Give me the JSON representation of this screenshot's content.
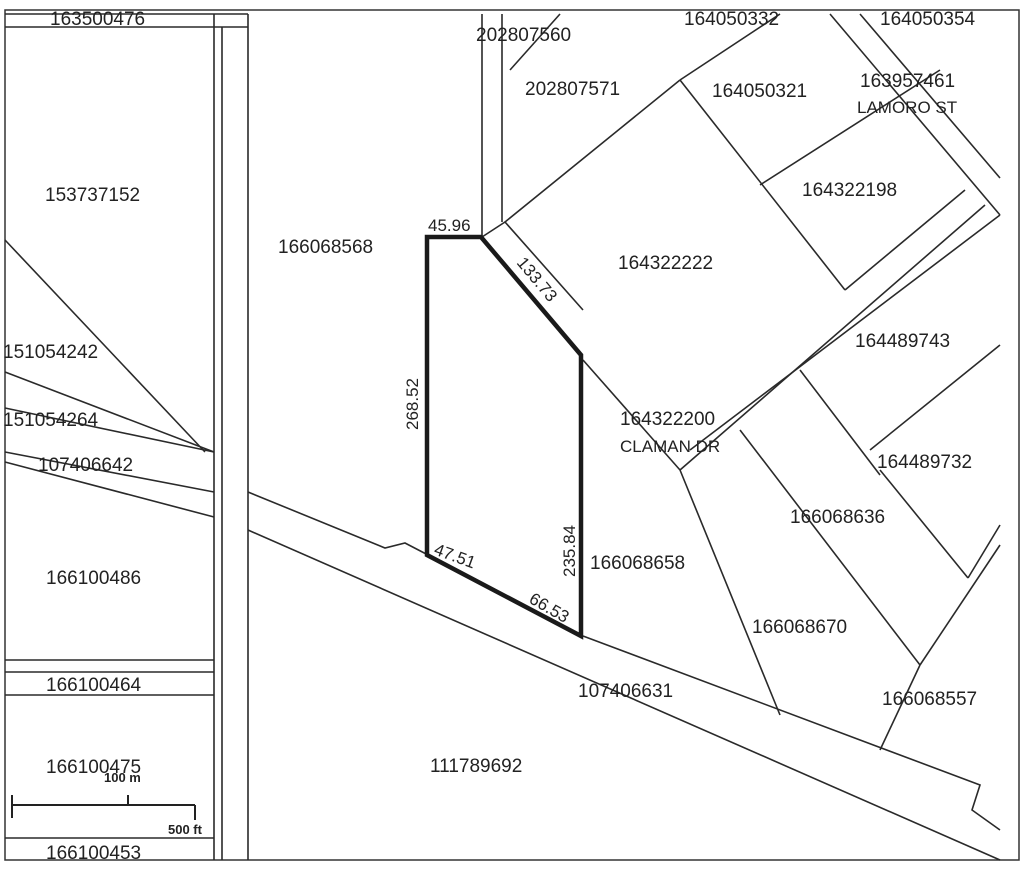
{
  "parcels": [
    {
      "id": "p1",
      "number": "163500476"
    },
    {
      "id": "p2",
      "number": "202807560"
    },
    {
      "id": "p3",
      "number": "164050332"
    },
    {
      "id": "p4",
      "number": "164050354"
    },
    {
      "id": "p5",
      "number": "202807571"
    },
    {
      "id": "p6",
      "number": "164050321"
    },
    {
      "id": "p7",
      "number": "163957461"
    },
    {
      "id": "p8",
      "number": "153737152"
    },
    {
      "id": "p9",
      "number": "164322198"
    },
    {
      "id": "p10",
      "number": "166068568"
    },
    {
      "id": "p11",
      "number": "164322222"
    },
    {
      "id": "p12",
      "number": "164489743"
    },
    {
      "id": "p13",
      "number": "151054242"
    },
    {
      "id": "p14",
      "number": "151054264"
    },
    {
      "id": "p15",
      "number": "107406642"
    },
    {
      "id": "p16",
      "number": "164322200"
    },
    {
      "id": "p17",
      "number": "164489732"
    },
    {
      "id": "p18",
      "number": "166068636"
    },
    {
      "id": "p19",
      "number": "166068658"
    },
    {
      "id": "p20",
      "number": "166100486"
    },
    {
      "id": "p21",
      "number": "166068670"
    },
    {
      "id": "p22",
      "number": "166100464"
    },
    {
      "id": "p23",
      "number": "107406631"
    },
    {
      "id": "p24",
      "number": "166068557"
    },
    {
      "id": "p25",
      "number": "166100475"
    },
    {
      "id": "p26",
      "number": "111789692"
    },
    {
      "id": "p27",
      "number": "166100453"
    }
  ],
  "streets": {
    "lamoro": "LAMORO ST",
    "claman": "CLAMAN DR"
  },
  "subject_dimensions": {
    "top": "45.96",
    "northeast": "133.73",
    "west": "268.52",
    "east": "235.84",
    "southwest": "47.51",
    "southeast": "66.53"
  },
  "scale_bar": {
    "metric": "100 m",
    "imperial": "500 ft"
  }
}
